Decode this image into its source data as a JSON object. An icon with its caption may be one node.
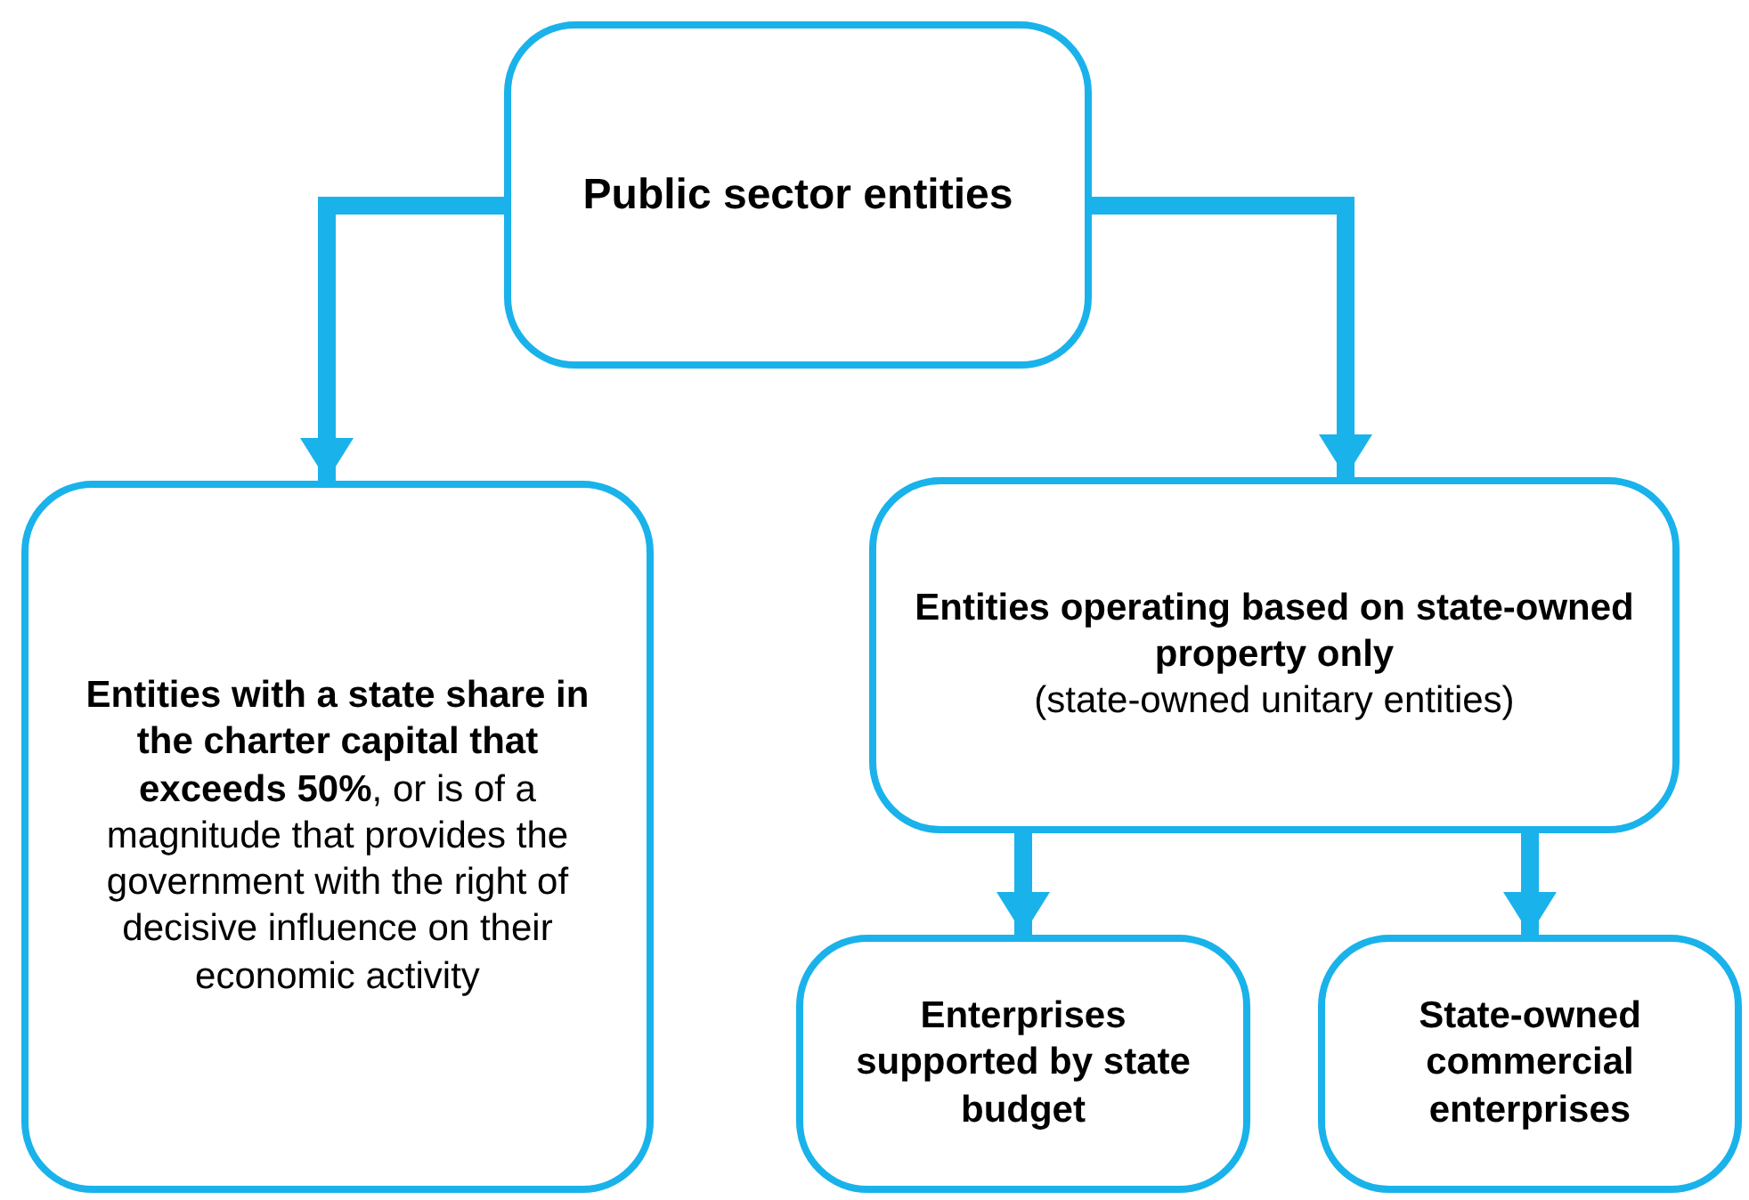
{
  "diagram": {
    "nodes": [
      {
        "text": [
          "Public sector entities"
        ]
      },
      {
        "text": [
          "**Entities with a state share in the charter capital that exceeds 50%**, or is of a magnitude that provides the government with the right of decisive influence on their economic activity"
        ]
      },
      {
        "text": [
          "Entities operating based on state-owned property only",
          "(state-owned unitary entities)"
        ]
      },
      {
        "text": [
          "Enterprises supported by state budget"
        ]
      },
      {
        "text": [
          "State-owned commercial enterprises"
        ]
      }
    ],
    "edges": [
      {
        "from": 0,
        "to": 1,
        "arrow": "to"
      },
      {
        "from": 0,
        "to": 2,
        "arrow": "to"
      },
      {
        "from": 2,
        "to": 3,
        "arrow": "to"
      },
      {
        "from": 2,
        "to": 4,
        "arrow": "to"
      }
    ]
  }
}
